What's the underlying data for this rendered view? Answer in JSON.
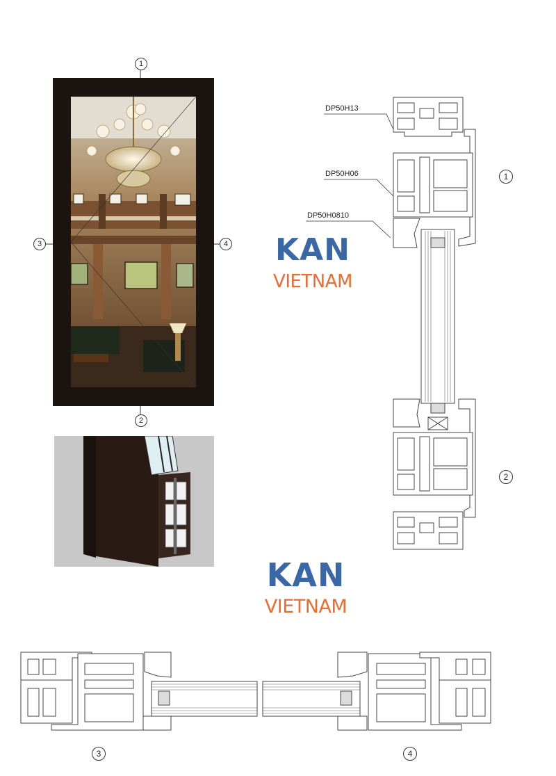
{
  "callouts": {
    "top": "1",
    "bottom": "2",
    "left": "3",
    "right": "4",
    "section_top": "1",
    "section_bottom": "2",
    "horizontal_left": "3",
    "horizontal_right": "4"
  },
  "profile_codes": [
    "DP50H13",
    "DP50H06",
    "DP50H0810"
  ],
  "logo_middle": {
    "brand": "KAN",
    "country": "VIETNAM"
  },
  "logo_lower": {
    "brand": "KAN",
    "country": "VIETNAM"
  },
  "colors": {
    "brand_blue": "#3a68a6",
    "brand_orange": "#ec6b2d",
    "frame": "#1c1410",
    "render_bg": "#c8c8c8"
  }
}
